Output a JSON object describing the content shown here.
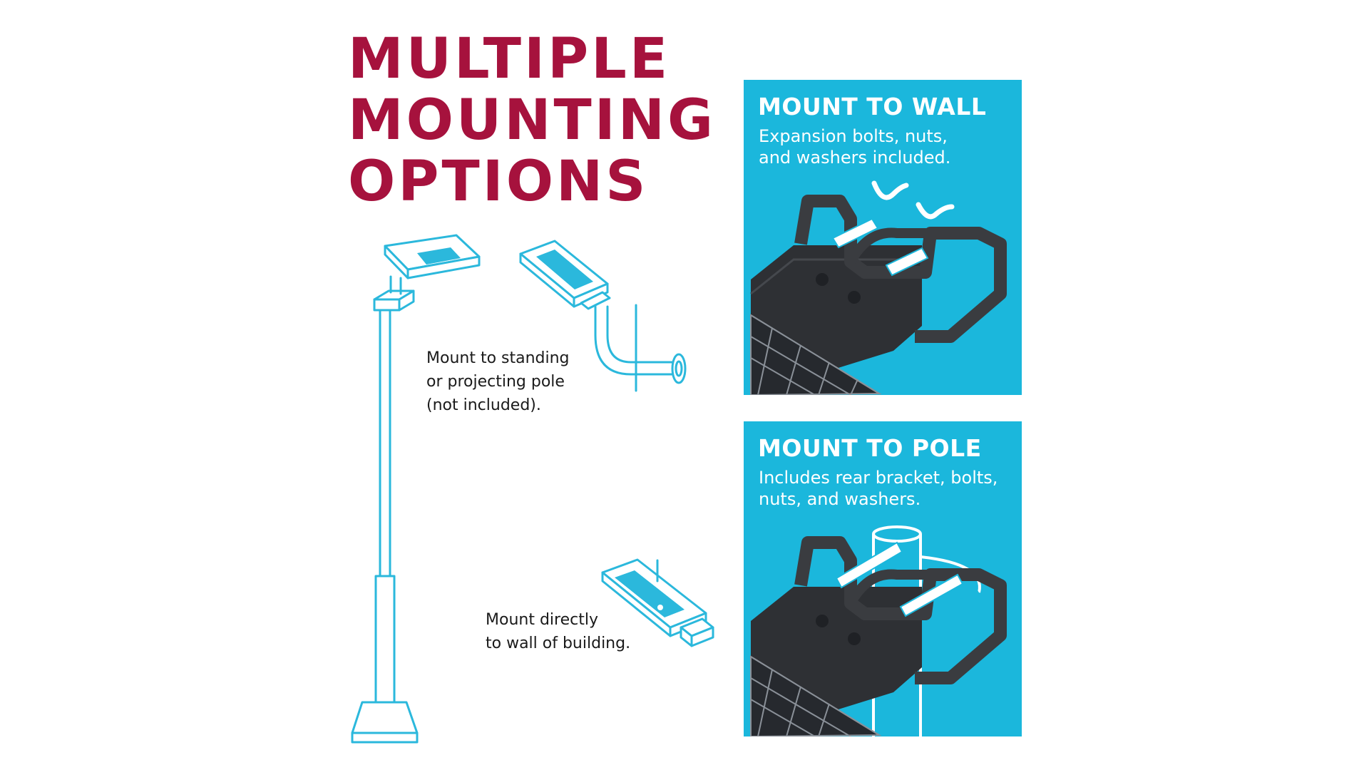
{
  "headline": {
    "lines": [
      "MULTIPLE",
      "MOUNTING",
      "OPTIONS"
    ],
    "color": "#a6123d"
  },
  "captions": {
    "pole": [
      "Mount to standing",
      "or projecting pole",
      "(not included)."
    ],
    "wall": [
      "Mount directly",
      "to wall of building."
    ]
  },
  "panels": {
    "wall": {
      "title": "MOUNT TO WALL",
      "description": [
        "Expansion bolts, nuts,",
        "and washers included."
      ]
    },
    "pole": {
      "title": "MOUNT TO POLE",
      "description": [
        "Includes rear bracket, bolts,",
        "nuts, and washers."
      ]
    }
  },
  "colors": {
    "accent_blue": "#1bb7dc",
    "headline_red": "#a6123d",
    "line_art": "#2bb8dc",
    "hardware_dark": "#3a3c40"
  },
  "icons": [
    "standing-pole-light-icon",
    "projecting-pole-light-icon",
    "wall-mount-light-icon",
    "wall-bracket-hardware-icon",
    "pole-bracket-hardware-icon"
  ]
}
